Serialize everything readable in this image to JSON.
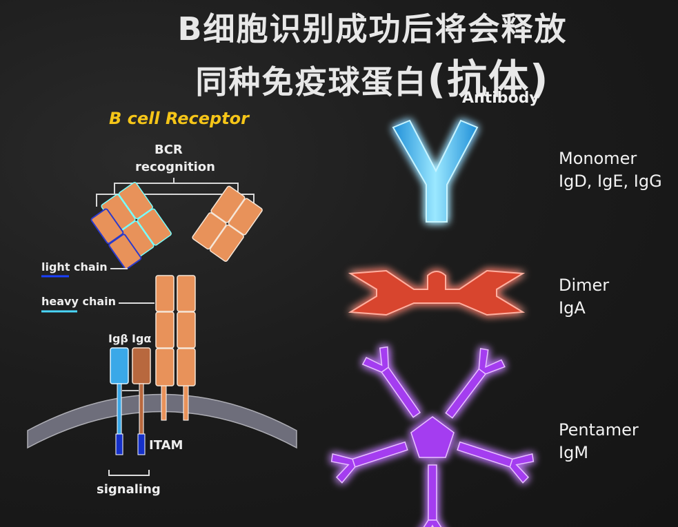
{
  "slide": {
    "title_line1": "B细胞识别成功后将会释放",
    "title_line2_main": "同种免疫球蛋白",
    "title_line2_paren": "(抗体)",
    "antibody_label": "Antibody"
  },
  "bcr_diagram": {
    "heading": "B cell Receptor",
    "bcr_label_line1": "BCR",
    "bcr_label_line2": "recognition",
    "light_chain": "light chain",
    "heavy_chain": "heavy chain",
    "ig_beta": "Igβ",
    "ig_alpha": "Igα",
    "itam": "ITAM",
    "signaling": "signaling"
  },
  "antibody_types": [
    {
      "form": "Monomer",
      "classes": "IgD, IgE, IgG",
      "color": "#3ec8f0"
    },
    {
      "form": "Dimer",
      "classes": "IgA",
      "color": "#e8503a"
    },
    {
      "form": "Pentamer",
      "classes": "IgM",
      "color": "#b040f0"
    }
  ],
  "colors": {
    "heavy_chain": "#e8925a",
    "ig_beta": "#3aa8e8",
    "ig_alpha": "#b8683e",
    "heading": "#f5c518",
    "membrane": "#8a8a98"
  }
}
